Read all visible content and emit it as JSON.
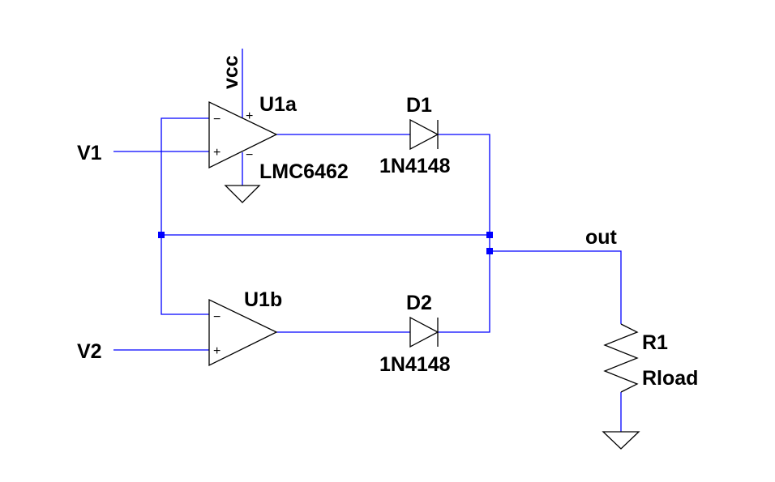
{
  "components": {
    "u1a": {
      "ref": "U1a",
      "part": "LMC6462"
    },
    "u1b": {
      "ref": "U1b"
    },
    "d1": {
      "ref": "D1",
      "part": "1N4148"
    },
    "d2": {
      "ref": "D2",
      "part": "1N4148"
    },
    "r1": {
      "ref": "R1",
      "value": "Rload"
    }
  },
  "nets": {
    "vcc": "vcc",
    "v1": "V1",
    "v2": "V2",
    "out": "out"
  },
  "pin_marks": {
    "minus": "−",
    "plus": "+"
  },
  "colors": {
    "wire": "#0000ff",
    "symbol": "#000000",
    "background": "#ffffff"
  }
}
